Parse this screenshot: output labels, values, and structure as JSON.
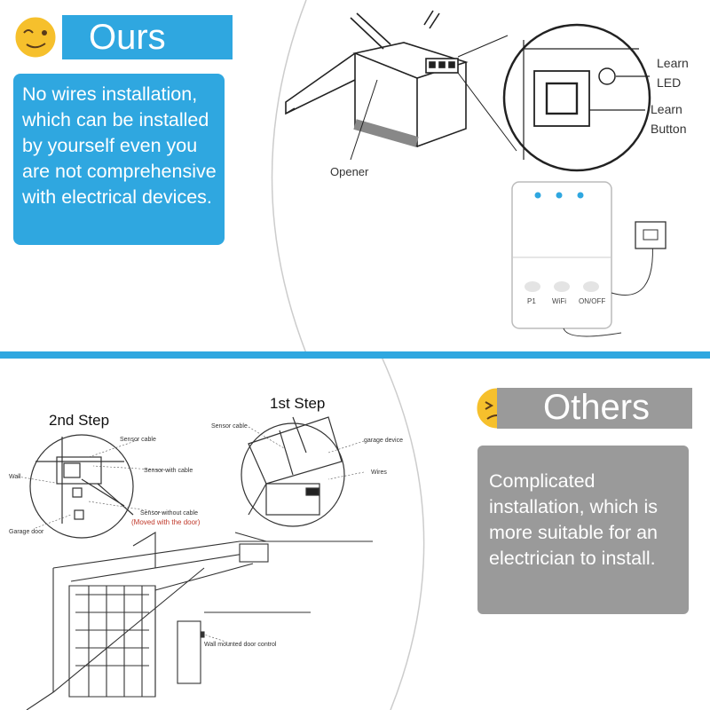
{
  "ours": {
    "title": "Ours",
    "description": "No wires installation, which can be installed by yourself even you are not comprehensive with electrical devices.",
    "emoji_icon": "winking-face-icon",
    "accent_color": "#2fa7e0"
  },
  "others": {
    "title": "Others",
    "description": "Complicated installation, which is more suitable for an electrician to install.",
    "emoji_icon": "frowning-face-icon",
    "accent_color": "#9a9a9a"
  },
  "opener_diagram": {
    "opener_label": "Opener",
    "learn_led_label": "Learn\nLED",
    "learn_button_label": "Learn\nButton"
  },
  "device": {
    "buttons": [
      "P1",
      "WiFi",
      "ON/OFF"
    ],
    "led_color": "#2fa7e0"
  },
  "wired_diagram": {
    "step1": "1st Step",
    "step2": "2nd Step",
    "sensor_cable_left": "Sensor cable",
    "sensor_with_cable": "Sensor with cable",
    "wall": "Wall",
    "sensor_without_cable": "Sensor without cable",
    "moved_with_door": "(Moved with the door)",
    "garage_door": "Garage door",
    "sensor_cable_right": "Sensor cable",
    "garage_device": "garage device",
    "wires": "Wires",
    "wall_control": "Wall mounted door control"
  }
}
